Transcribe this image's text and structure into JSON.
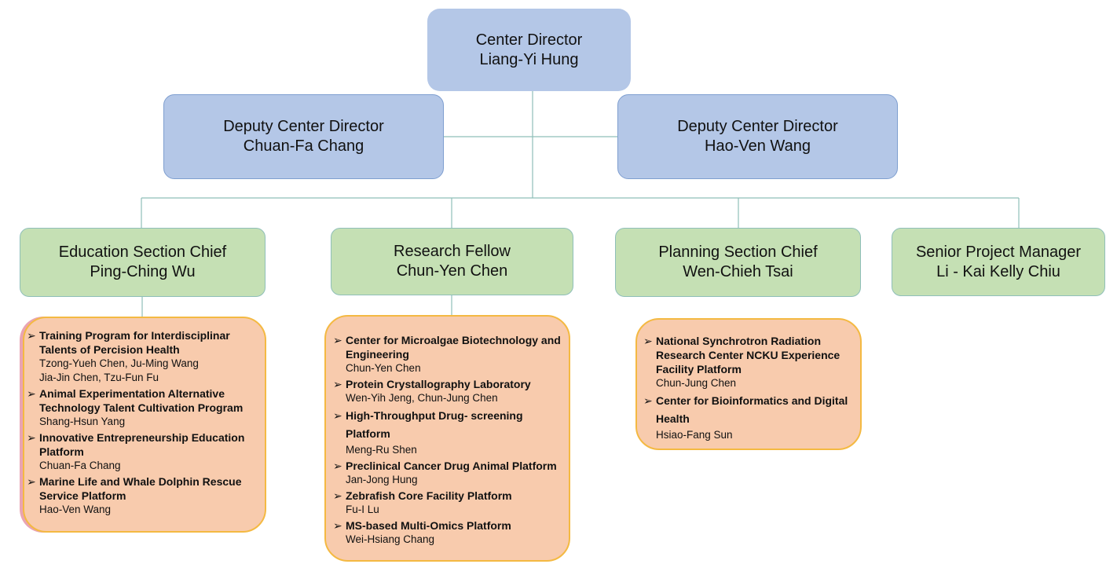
{
  "director": {
    "role": "Center Director",
    "name": "Liang-Yi Hung"
  },
  "deputies": [
    {
      "role": "Deputy Center Director",
      "name": "Chuan-Fa Chang"
    },
    {
      "role": "Deputy Center Director",
      "name": "Hao-Ven Wang"
    }
  ],
  "sections": [
    {
      "role": "Education Section Chief",
      "name": "Ping-Ching Wu"
    },
    {
      "role": "Research Fellow",
      "name": "Chun-Yen Chen"
    },
    {
      "role": "Planning Section Chief",
      "name": "Wen-Chieh Tsai"
    },
    {
      "role": "Senior Project Manager",
      "name": "Li - Kai Kelly Chiu"
    }
  ],
  "programs": {
    "education": [
      {
        "title": "Training Program for Interdisciplinar Talents of Percision Health",
        "people": [
          "Tzong-Yueh Chen, Ju-Ming Wang",
          "Jia-Jin Chen, Tzu-Fun Fu"
        ]
      },
      {
        "title": "Animal Experimentation Alternative Technology Talent Cultivation Program",
        "people": [
          "Shang-Hsun Yang"
        ]
      },
      {
        "title": "Innovative Entrepreneurship Education Platform",
        "people": [
          "Chuan-Fa Chang"
        ]
      },
      {
        "title": "Marine Life and Whale Dolphin Rescue Service Platform",
        "people": [
          "Hao-Ven Wang"
        ]
      }
    ],
    "research": [
      {
        "title": "Center for Microalgae Biotechnology and Engineering",
        "people": [
          "Chun-Yen Chen"
        ]
      },
      {
        "title": "Protein Crystallography Laboratory",
        "people": [
          "Wen-Yih Jeng, Chun-Jung Chen"
        ]
      },
      {
        "title": "High-Throughput Drug- screening Platform",
        "people": [
          "Meng-Ru Shen"
        ]
      },
      {
        "title": "Preclinical Cancer Drug Animal Platform",
        "people": [
          "Jan-Jong Hung"
        ]
      },
      {
        "title": "Zebrafish Core Facility Platform",
        "people": [
          "Fu-I Lu"
        ]
      },
      {
        "title": "MS-based Multi-Omics Platform",
        "people": [
          "Wei-Hsiang Chang"
        ]
      }
    ],
    "planning": [
      {
        "title": "National Synchrotron Radiation Research Center NCKU Experience Facility Platform",
        "people": [
          "Chun-Jung Chen"
        ]
      },
      {
        "title": "Center for Bioinformatics and Digital Health",
        "people": [
          "Hsiao-Fang Sun"
        ]
      }
    ]
  },
  "colors": {
    "leadership_fill": "#b4c7e7",
    "section_fill": "#c5e0b4",
    "program_fill": "#f8cbad",
    "program_border": "#f4b942",
    "connector": "#8fbfb9"
  },
  "bullet_glyph": "➢"
}
